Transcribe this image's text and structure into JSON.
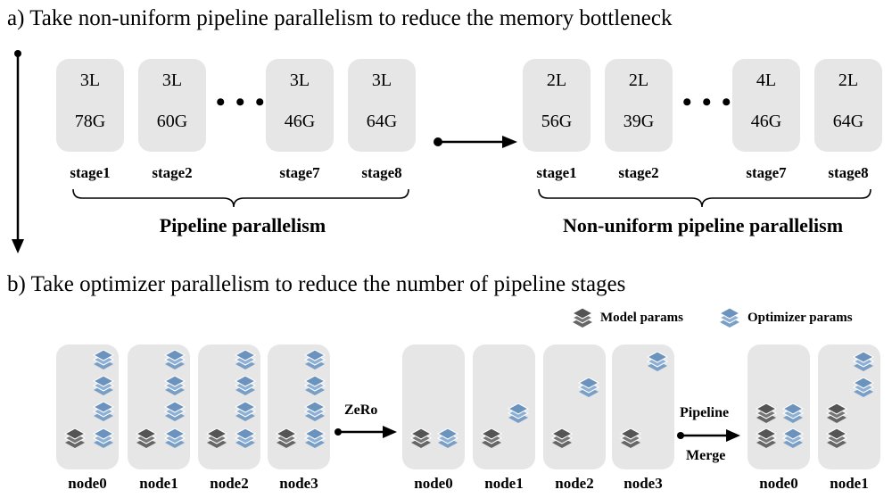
{
  "section_a": {
    "title": "a)  Take non-uniform pipeline parallelism to reduce the memory bottleneck",
    "left_group": {
      "stages": [
        {
          "layers": "3L",
          "memory": "78G",
          "label": "stage1"
        },
        {
          "layers": "3L",
          "memory": "60G",
          "label": "stage2"
        },
        {
          "layers": "3L",
          "memory": "46G",
          "label": "stage7"
        },
        {
          "layers": "3L",
          "memory": "64G",
          "label": "stage8"
        }
      ],
      "ellipsis": "• • •",
      "caption": "Pipeline parallelism"
    },
    "right_group": {
      "stages": [
        {
          "layers": "2L",
          "memory": "56G",
          "label": "stage1"
        },
        {
          "layers": "2L",
          "memory": "39G",
          "label": "stage2"
        },
        {
          "layers": "4L",
          "memory": "46G",
          "label": "stage7"
        },
        {
          "layers": "2L",
          "memory": "64G",
          "label": "stage8"
        }
      ],
      "ellipsis": "• • •",
      "caption": "Non-uniform pipeline parallelism"
    }
  },
  "section_b": {
    "title": "b)  Take optimizer parallelism to reduce the number of pipeline stages",
    "legend": {
      "model": "Model params",
      "optimizer": "Optimizer params"
    },
    "group1_nodes": [
      "node0",
      "node1",
      "node2",
      "node3"
    ],
    "arrow1_label": "ZeRo",
    "group2_nodes": [
      "node0",
      "node1",
      "node2",
      "node3"
    ],
    "arrow2_label_top": "Pipeline",
    "arrow2_label_bottom": "Merge",
    "group3_nodes": [
      "node0",
      "node1"
    ]
  },
  "colors": {
    "box_fill": "#e6e6e6",
    "model_icon": "#666666",
    "optimizer_icon": "#7a9fc6"
  }
}
